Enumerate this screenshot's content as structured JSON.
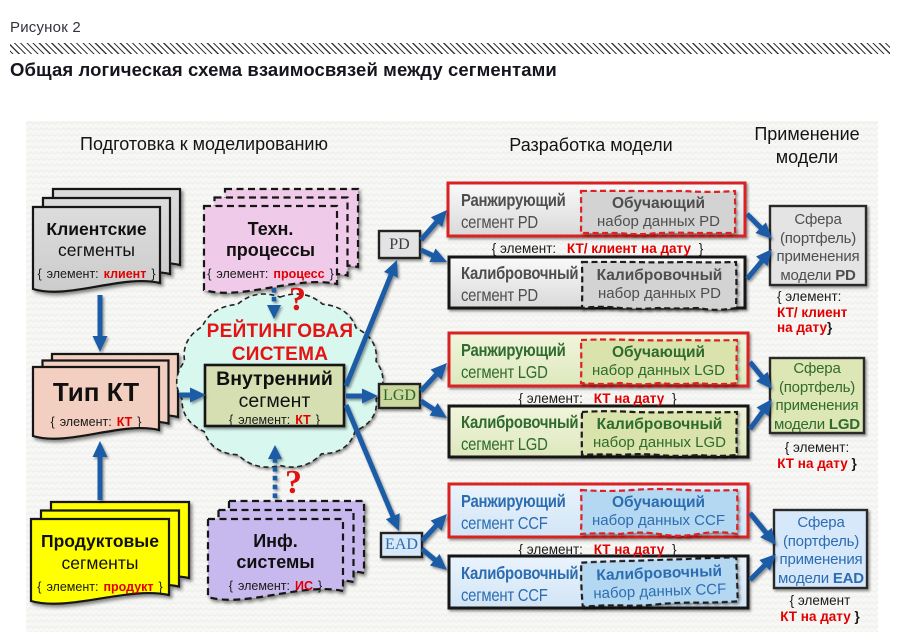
{
  "header": {
    "figure_label": "Рисунок 2",
    "title": "Общая логическая схема взаимосвязей между сегментами"
  },
  "columns": {
    "prepare": "Подготовка к моделированию",
    "develop": "Разработка модели",
    "apply": "Применение модели"
  },
  "left": {
    "clients": {
      "line1": "Клиентские",
      "line2": "сегменты",
      "cap_open": "{",
      "cap_label": "элемент:",
      "cap_value": "клиент",
      "cap_close": "}"
    },
    "type_kt": {
      "title": "Тип КТ",
      "cap_open": "{",
      "cap_label": "элемент:",
      "cap_value": "КТ",
      "cap_close": "}"
    },
    "products": {
      "line1": "Продуктовые",
      "line2": "сегменты",
      "cap_open": "{",
      "cap_label": "элемент:",
      "cap_value": "продукт",
      "cap_close": "}"
    }
  },
  "middle": {
    "tech": {
      "line1": "Техн.",
      "line2": "процессы",
      "cap_open": "{",
      "cap_label": "элемент:",
      "cap_value": "процесс",
      "cap_close": "}"
    },
    "infosys": {
      "line1": "Инф.",
      "line2": "системы",
      "cap_open": "{",
      "cap_label": "элемент:",
      "cap_value": "ИС",
      "cap_close": "}"
    },
    "cloud": {
      "line1": "РЕЙТИНГОВАЯ",
      "line2": "СИСТЕМА"
    },
    "internal": {
      "line1": "Внутренний",
      "line2": "сегмент",
      "cap_open": "{",
      "cap_label": "элемент:",
      "cap_value": "КТ",
      "cap_close": "}"
    },
    "question_top": "?",
    "question_bottom": "?"
  },
  "nodes": {
    "pd": "PD",
    "lgd": "LGD",
    "ead": "EAD"
  },
  "groups": {
    "pd": {
      "rank_line1": "Ранжирующий",
      "rank_line2": "сегмент PD",
      "train_line1": "Обучающий",
      "train_line2": "набор данных PD",
      "cap_open": "{ элемент:",
      "cap_value": "КТ/ клиент на дату",
      "cap_close": "}",
      "calib_line1": "Калибровочный",
      "calib_line2": "сегмент PD",
      "calibds_line1": "Калибровочный",
      "calibds_line2": "набор данных PD",
      "sphere_l1": "Сфера",
      "sphere_l2": "(портфель)",
      "sphere_l3": "применения",
      "sphere_l4": "модели",
      "sphere_code": "PD",
      "sphere_cap_l1": "{ элемент:",
      "sphere_cap_l2": "КТ/ клиент",
      "sphere_cap_l3": "на дату",
      "sphere_cap_close": "}"
    },
    "lgd": {
      "rank_line1": "Ранжирующий",
      "rank_line2": "сегмент LGD",
      "train_line1": "Обучающий",
      "train_line2": "набор данных LGD",
      "cap_open": "{ элемент:",
      "cap_value": "КТ на дату",
      "cap_close": "}",
      "calib_line1": "Калибровочный",
      "calib_line2": "сегмент LGD",
      "calibds_line1": "Калибровочный",
      "calibds_line2": "набор данных LGD",
      "sphere_l1": "Сфера",
      "sphere_l2": "(портфель)",
      "sphere_l3": "применения",
      "sphere_l4": "модели",
      "sphere_code": "LGD",
      "sphere_cap_l1": "{ элемент:",
      "sphere_cap_l2": "КТ на дату",
      "sphere_cap_close": "}"
    },
    "ccf": {
      "rank_line1": "Ранжирующий",
      "rank_line2": "сегмент CCF",
      "train_line1": "Обучающий",
      "train_line2": "набор данных CCF",
      "cap_open": "{ элемент:",
      "cap_value": "КТ на дату",
      "cap_close": "}",
      "calib_line1": "Калибровочный",
      "calib_line2": "сегмент CCF",
      "calibds_line1": "Калибровочный",
      "calibds_line2": "набор данных CCF",
      "sphere_l1": "Сфера",
      "sphere_l2": "(портфель)",
      "sphere_l3": "применения",
      "sphere_l4": "модели",
      "sphere_code": "EAD",
      "sphere_cap_l1": "{ элемент",
      "sphere_cap_l2": "КТ на дату",
      "sphere_cap_close": "}"
    }
  },
  "colors": {
    "arrow_blue": "#1d5ca6",
    "accent_red": "#e00000",
    "client_gray": "#d2d2d2",
    "kt_salmon": "#f2cfc0",
    "product_yellow": "#ffff00",
    "tech_pink": "#efcbe9",
    "infosys_purple": "#c7b9ee",
    "cloud_mint": "#d8f7ef",
    "internal_olive": "#d6dfb2",
    "lgd_green": "#dde8bd",
    "ead_blue": "#d2e5f6"
  }
}
